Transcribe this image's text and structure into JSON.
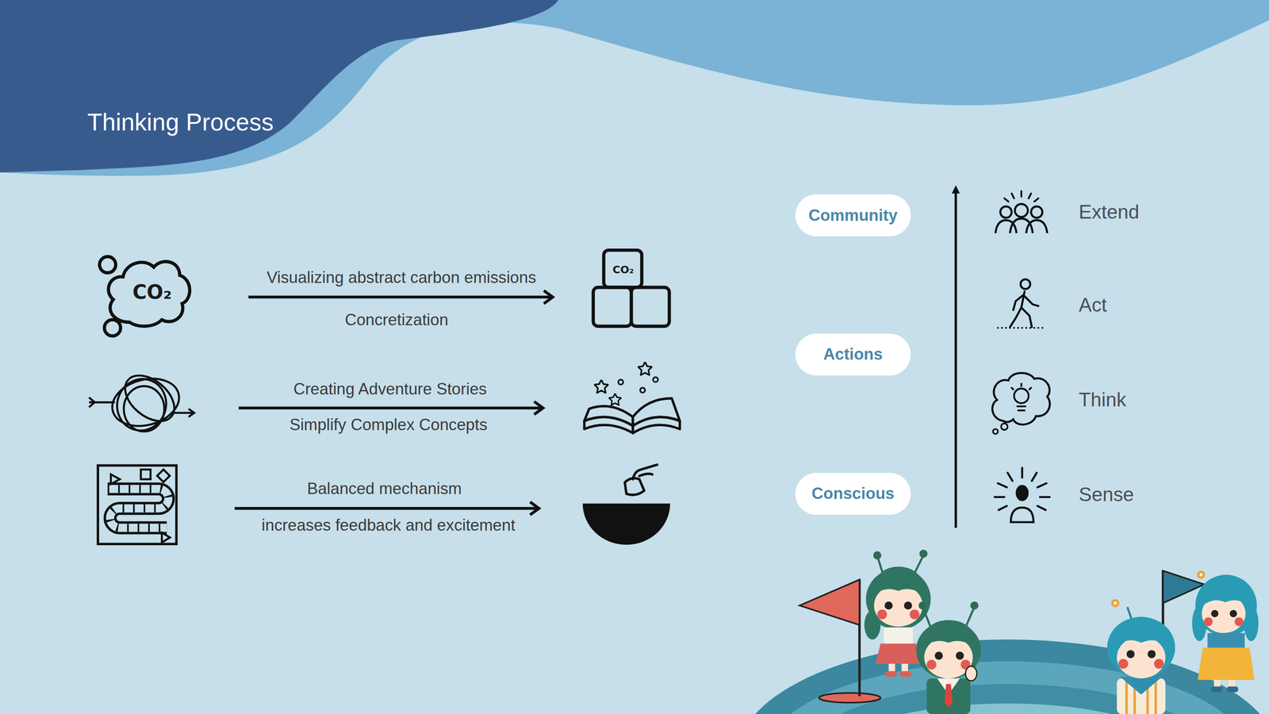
{
  "diagram": {
    "title": "Thinking Process",
    "nodes": [
      {
        "text": [
          "Community"
        ]
      },
      {
        "text": [
          "Actions"
        ]
      },
      {
        "text": [
          "Conscious"
        ]
      }
    ],
    "labels": [
      "CO₂",
      "Visualizing abstract carbon emissions",
      "Concretization",
      "CO₂",
      "Creating Adventure Stories",
      "Simplify Complex Concepts",
      "Balanced mechanism",
      "increases feedback and excitement",
      "Extend",
      "Act",
      "Think",
      "Sense"
    ]
  }
}
